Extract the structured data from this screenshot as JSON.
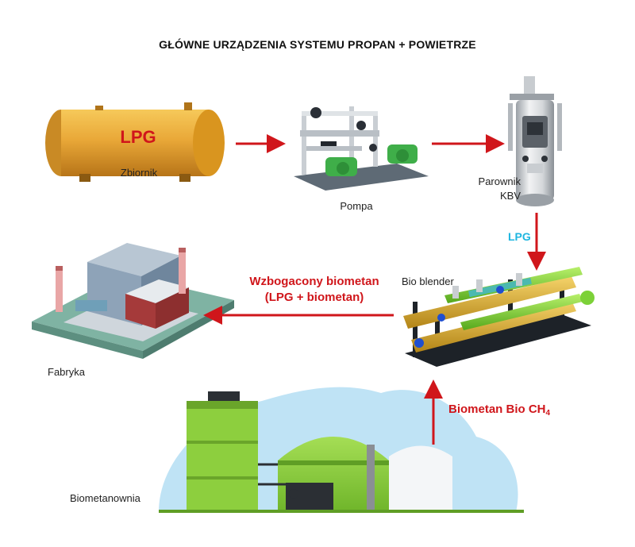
{
  "title": "GŁÓWNE URZĄDZENIA SYSTEMU PROPAN + POWIETRZE",
  "tank": {
    "text": "LPG",
    "label": "Zbiornik"
  },
  "pump": {
    "label": "Pompa"
  },
  "vaporizer": {
    "label_line1": "Parownik",
    "label_line2": "KBV"
  },
  "lpg_flow": {
    "label": "LPG"
  },
  "blender": {
    "label": "Bio blender"
  },
  "factory": {
    "label": "Fabryka"
  },
  "enriched": {
    "line1": "Wzbogacony biometan",
    "line2": "(LPG + biometan)"
  },
  "biomethane_flow": {
    "label": "Biometan Bio CH",
    "subscript": "4"
  },
  "plant": {
    "label": "Biometanownia"
  },
  "colors": {
    "arrow": "#d0161b",
    "lpg_label": "#1fb6e0",
    "tank": "#e8a93a",
    "plant_green": "#8dcf3e",
    "sky": "#bfe3f5"
  }
}
